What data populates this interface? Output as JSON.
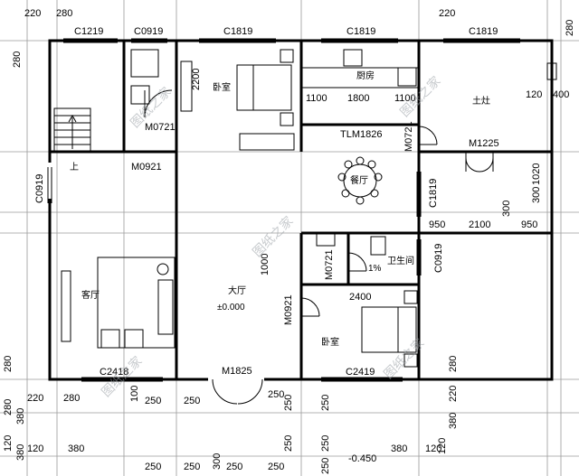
{
  "room_labels": {
    "bedroom_nw": "卧室",
    "kitchen": "厨房",
    "stove_room": "土灶",
    "dining": "餐厅",
    "toilet": "卫生间",
    "living": "客厅",
    "hall": "大厅",
    "hall_level": "±0.000",
    "bedroom_se": "卧室",
    "stair_up": "上",
    "slope": "1%"
  },
  "windows": {
    "c1219": "C1219",
    "c0919_top": "C0919",
    "c1819_a": "C1819",
    "c1819_b": "C1819",
    "c1819_c": "C1819",
    "c0919_left": "C0919",
    "c1819_right": "C1819",
    "c0919_toilet": "C0919",
    "c2418": "C2418",
    "c2419": "C2419",
    "tlm1826": "TLM1826"
  },
  "doors": {
    "m0721_a": "M0721",
    "m0921_a": "M0921",
    "m0721_kitchen": "M0721",
    "m1225": "M1225",
    "m0721_toilet": "M0721",
    "m0921_hall": "M0921",
    "m1825": "M1825"
  },
  "dimensions": {
    "d220_tl": "220",
    "d280_tl": "280",
    "d280_left_top": "280",
    "d2200": "2200",
    "d1100_a": "1100",
    "d1800": "1800",
    "d1100_b": "1100",
    "d120": "120",
    "d400": "400",
    "d220_tr": "220",
    "d280_tr": "280",
    "d1020": "1020",
    "d300": "300",
    "d300_b": "300",
    "d950_a": "950",
    "d2100": "2100",
    "d950_b": "950",
    "d2400": "2400",
    "d1000": "1000",
    "d280_l": "280",
    "d220_l1": "220",
    "d280_l2": "280",
    "d280_l3": "280",
    "d380_l": "380",
    "d120_l": "120",
    "d100": "100",
    "d250_1": "250",
    "d250_2": "250",
    "d250_3": "250",
    "d250_4": "250",
    "d250_5": "250",
    "d250_6": "250",
    "d250_7": "250",
    "d250_8": "250",
    "d380_b": "380",
    "d380_br": "380",
    "d120_br": "120",
    "d280_r": "280",
    "d220_r": "220",
    "d380_r": "380",
    "d120_r": "120",
    "d300_bottom": "300",
    "d250_bottom_a": "250",
    "d250_bottom_b": "250",
    "d250_bottom_c": "250",
    "d250_bottom_d": "250",
    "d380_bl": "380",
    "d120_bl": "120",
    "level_outside": "-0.450"
  },
  "watermark": "图纸之家"
}
